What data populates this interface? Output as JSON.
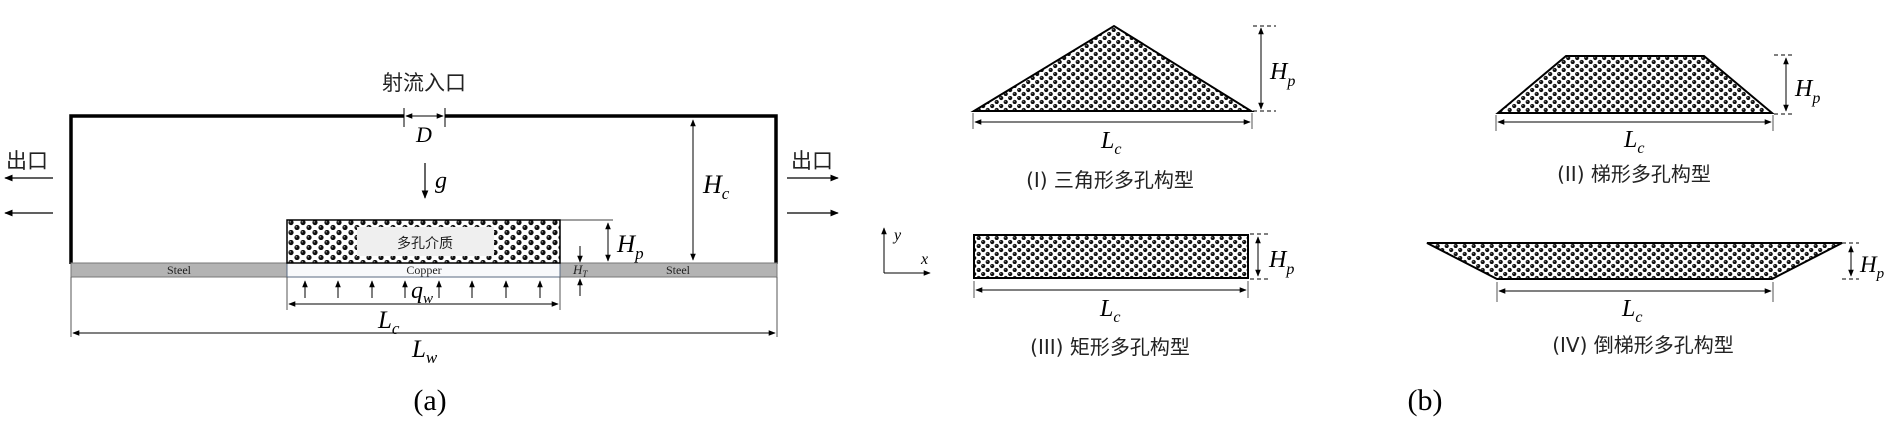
{
  "panel_a": {
    "caption": "(a)",
    "jet_inlet_label": "射流入口",
    "jet_width_symbol": "D",
    "gravity_symbol": "g",
    "outlet_left_label": "出口",
    "outlet_right_label": "出口",
    "channel_height_symbol": "H",
    "channel_height_sub": "c",
    "porous_height_symbol": "H",
    "porous_height_sub": "p",
    "plate_thickness_symbol": "H",
    "plate_thickness_sub": "T",
    "porous_label": "多孔介质",
    "copper_label": "Copper",
    "steel_left_label": "Steel",
    "steel_right_label": "Steel",
    "heat_flux_symbol": "q",
    "heat_flux_sub": "w",
    "copper_length_symbol": "L",
    "copper_length_sub": "c",
    "wall_length_symbol": "L",
    "wall_length_sub": "w"
  },
  "panel_b": {
    "caption": "(b)",
    "axis_x": "x",
    "axis_y": "y",
    "configs": [
      {
        "id": "I",
        "label": "(I) 三角形多孔构型",
        "shape": "triangle"
      },
      {
        "id": "II",
        "label": "(II) 梯形多孔构型",
        "shape": "trapezoid"
      },
      {
        "id": "III",
        "label": "(III) 矩形多孔构型",
        "shape": "rectangle"
      },
      {
        "id": "IV",
        "label": "(IV) 倒梯形多孔构型",
        "shape": "inverted-trapezoid"
      }
    ],
    "height_symbol": "H",
    "height_sub": "p",
    "length_symbol": "L",
    "length_sub": "c"
  },
  "colors": {
    "wall": "#000000",
    "steel": "#b3b3b3",
    "copper": "#f8f9fb",
    "porous_label_bg": "#efefef"
  }
}
